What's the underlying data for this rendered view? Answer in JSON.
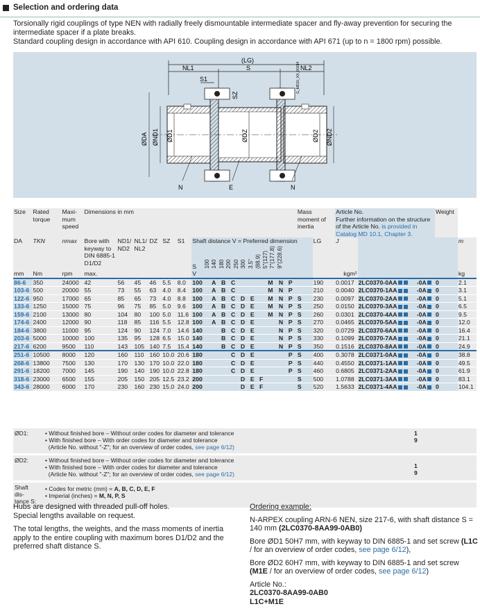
{
  "header": {
    "title": "Selection and ordering data"
  },
  "intro": [
    "Torsionally rigid couplings of type NEN with radially freely dismountable intermediate spacer and fly-away prevention for securing the intermediate spacer if a plate breaks.",
    "Standard coupling design in accordance with API 610. Coupling design in accordance with API 671 (up to n = 1800 rpm) possible."
  ],
  "drawing": {
    "labels": {
      "lg": "(LG)",
      "nl1": "NL1",
      "s": "S",
      "nl2": "NL2",
      "s1": "S1",
      "sz": "SZ",
      "da": "ØDA",
      "nd1": "ØND1",
      "dz": "ØDZ",
      "d1": "ØD1",
      "d2": "ØD2",
      "nd2": "ØND2",
      "n_left": "N",
      "e": "E",
      "n_right": "N",
      "code": "G_MD10_XX_00284"
    }
  },
  "table": {
    "h_size": "Size",
    "h_rated": "Rated torque",
    "h_max": "Maxi- mum speed",
    "h_dims": "Dimensions in mm",
    "h_mass": "Mass moment of inertia",
    "h_article": "Article No.",
    "h_article_note": "Further information on the structure of the Article No.",
    "h_article_link": "is provided in Catalog MD 10.1, Chapter 3.",
    "h_weight": "Weight",
    "h_tkn": "TKN",
    "h_nmax": "nmax",
    "h_bore": "Bore with keyway to DIN 6885-1",
    "h_shaft": "Shaft distance V = Preferred dimension",
    "h_da": "DA",
    "h_d1d2": "D1/D2",
    "h_nd": "ND1/ ND2",
    "h_nl": "NL1/ NL2",
    "h_dz": "DZ",
    "h_sz": "SZ",
    "h_s1": "S1",
    "h_s": "S",
    "h_lg": "LG",
    "h_j": "J",
    "h_m": "m",
    "h_mm": "mm",
    "h_nm": "Nm",
    "h_rpm": "rpm",
    "h_maxl": "max.",
    "h_v": "V",
    "h_kgm2": "kgm²",
    "h_kg": "kg",
    "shaft_cols": [
      "100",
      "140",
      "180",
      "200",
      "250",
      "300",
      "3.5\"(88.9)",
      "5\"(127)",
      "7\"(177.8)",
      "9\"(228.6)"
    ],
    "rows": [
      [
        "86-6",
        "350",
        "24000",
        "42",
        "56",
        "45",
        "46",
        "5.5",
        "8.0",
        "100",
        "A",
        "B",
        "C",
        "",
        "",
        "",
        "M",
        "N",
        "P",
        "",
        "190",
        "0.0017",
        "2LC0370-0AA",
        "-0A",
        "0",
        "2.1"
      ],
      [
        "103-6",
        "500",
        "20000",
        "55",
        "73",
        "55",
        "63",
        "4.0",
        "8.4",
        "100",
        "A",
        "B",
        "C",
        "",
        "",
        "",
        "M",
        "N",
        "P",
        "",
        "210",
        "0.0040",
        "2LC0370-1AA",
        "-0A",
        "0",
        "3.1"
      ],
      [
        "122-6",
        "950",
        "17000",
        "65",
        "85",
        "65",
        "73",
        "4.0",
        "8.8",
        "100",
        "A",
        "B",
        "C",
        "D",
        "E",
        "",
        "M",
        "N",
        "P",
        "S",
        "230",
        "0.0097",
        "2LC0370-2AA",
        "-0A",
        "0",
        "5.1"
      ],
      [
        "133-6",
        "1250",
        "15000",
        "75",
        "96",
        "75",
        "85",
        "5.0",
        "9.6",
        "100",
        "A",
        "B",
        "C",
        "D",
        "E",
        "",
        "M",
        "N",
        "P",
        "S",
        "250",
        "0.0150",
        "2LC0370-3AA",
        "-0A",
        "0",
        "6.5"
      ],
      [
        "159-6",
        "2100",
        "13000",
        "80",
        "104",
        "80",
        "100",
        "5.0",
        "11.6",
        "100",
        "A",
        "B",
        "C",
        "D",
        "E",
        "",
        "M",
        "N",
        "P",
        "S",
        "260",
        "0.0301",
        "2LC0370-4AA",
        "-0A",
        "0",
        "9.5"
      ],
      [
        "174-6",
        "2400",
        "12000",
        "90",
        "118",
        "85",
        "116",
        "5.5",
        "12.8",
        "100",
        "A",
        "B",
        "C",
        "D",
        "E",
        "",
        "",
        "N",
        "P",
        "S",
        "270",
        "0.0465",
        "2LC0370-5AA",
        "-0A",
        "0",
        "12.0"
      ],
      [
        "184-6",
        "3800",
        "11000",
        "95",
        "124",
        "90",
        "124",
        "7.0",
        "14.6",
        "140",
        "",
        "B",
        "C",
        "D",
        "E",
        "",
        "",
        "N",
        "P",
        "S",
        "320",
        "0.0729",
        "2LC0370-6AA",
        "-0A",
        "0",
        "16.4"
      ],
      [
        "203-6",
        "5000",
        "10000",
        "100",
        "135",
        "95",
        "128",
        "6.5",
        "15.0",
        "140",
        "",
        "B",
        "C",
        "D",
        "E",
        "",
        "",
        "N",
        "P",
        "S",
        "330",
        "0.1099",
        "2LC0370-7AA",
        "-0A",
        "0",
        "21.1"
      ],
      [
        "217-6",
        "6200",
        "9500",
        "110",
        "143",
        "105",
        "140",
        "7.5",
        "15.4",
        "140",
        "",
        "B",
        "C",
        "D",
        "E",
        "",
        "",
        "N",
        "P",
        "S",
        "350",
        "0.1516",
        "2LC0370-8AA",
        "-0A",
        "0",
        "24.9"
      ],
      [
        "251-6",
        "10500",
        "8000",
        "120",
        "160",
        "110",
        "160",
        "10.0",
        "20.6",
        "180",
        "",
        "",
        "C",
        "D",
        "E",
        "",
        "",
        "",
        "P",
        "S",
        "400",
        "0.3078",
        "2LC0371-0AA",
        "-0A",
        "0",
        "38.8"
      ],
      [
        "268-6",
        "13800",
        "7500",
        "130",
        "170",
        "130",
        "170",
        "10.0",
        "22.0",
        "180",
        "",
        "",
        "C",
        "D",
        "E",
        "",
        "",
        "",
        "P",
        "S",
        "440",
        "0.4550",
        "2LC0371-1AA",
        "-0A",
        "0",
        "49.5"
      ],
      [
        "291-6",
        "18200",
        "7000",
        "145",
        "190",
        "140",
        "190",
        "10.0",
        "22.8",
        "180",
        "",
        "",
        "C",
        "D",
        "E",
        "",
        "",
        "",
        "P",
        "S",
        "460",
        "0.6805",
        "2LC0371-2AA",
        "-0A",
        "0",
        "61.9"
      ],
      [
        "318-6",
        "23000",
        "6500",
        "155",
        "205",
        "150",
        "205",
        "12.5",
        "23.2",
        "200",
        "",
        "",
        "",
        "D",
        "E",
        "F",
        "",
        "",
        "",
        "S",
        "500",
        "1.0788",
        "2LC0371-3AA",
        "-0A",
        "0",
        "83.1"
      ],
      [
        "343-6",
        "28000",
        "6000",
        "170",
        "230",
        "160",
        "230",
        "15.0",
        "24.0",
        "200",
        "",
        "",
        "",
        "D",
        "E",
        "F",
        "",
        "",
        "",
        "S",
        "520",
        "1.5633",
        "2LC0371-4AA",
        "-0A",
        "0",
        "104.1"
      ]
    ]
  },
  "notes": {
    "d1_label": "ØD1:",
    "d1_line1": "Without finished bore – Without order codes for diameter and tolerance",
    "d1_line2": "With finished bore – With order codes for diameter and tolerance",
    "d1_line3": "(Article No. without \"-Z\"; for an overview of order codes,",
    "d1_link": "see page 6/12)",
    "d1_codes": [
      "1",
      "9"
    ],
    "d2_label": "ØD2:",
    "d2_line1": "Without finished bore – Without order codes for diameter and tolerance",
    "d2_line2": "With finished bore – With order codes for diameter and tolerance",
    "d2_line3": "(Article No. without \"-Z\"; for an overview of order codes,",
    "d2_link": "see page 6/12)",
    "d2_codes": [
      "1",
      "9"
    ],
    "shaft_label": "Shaft dis- tance S:",
    "shaft_line1": "Codes for metric (mm) =",
    "shaft_line1_codes": "A, B, C, D, E, F",
    "shaft_line2": "Imperial (inches) =",
    "shaft_line2_codes": "M, N, P, S"
  },
  "footer": {
    "left1": "Hubs are designed with threaded pull-off holes.",
    "left2": "Special lengths available on request.",
    "left3": "The total lengths, the weights, and the mass moments of inertia apply to the entire coupling with maximum bores D1/D2 and the preferred shaft distance S.",
    "oe_title": "Ordering example:",
    "oe1": "N-ARPEX coupling ARN-6 NEN, size 217-6, with shaft distance S = 140 mm",
    "oe1b": "(2LC0370-8AA99-0AB0)",
    "oe2": "Bore ØD1 50H7 mm, with keyway to DIN 6885-1 and set screw",
    "oe2b": "(L1C",
    "oe2c": "/ for an overview of order codes,",
    "oe2d": "see page 6/12",
    "oe3": "Bore ØD2 60H7 mm, with keyway to DIN 6885-1 and set screw",
    "oe3b": "(M1E",
    "oe3c": "/ for an overview of order codes,",
    "oe3d": "see page 6/12",
    "art_label": "Article No.:",
    "art1": "2LC0370-8AA99-0AB0",
    "art2": "L1C+M1E"
  }
}
